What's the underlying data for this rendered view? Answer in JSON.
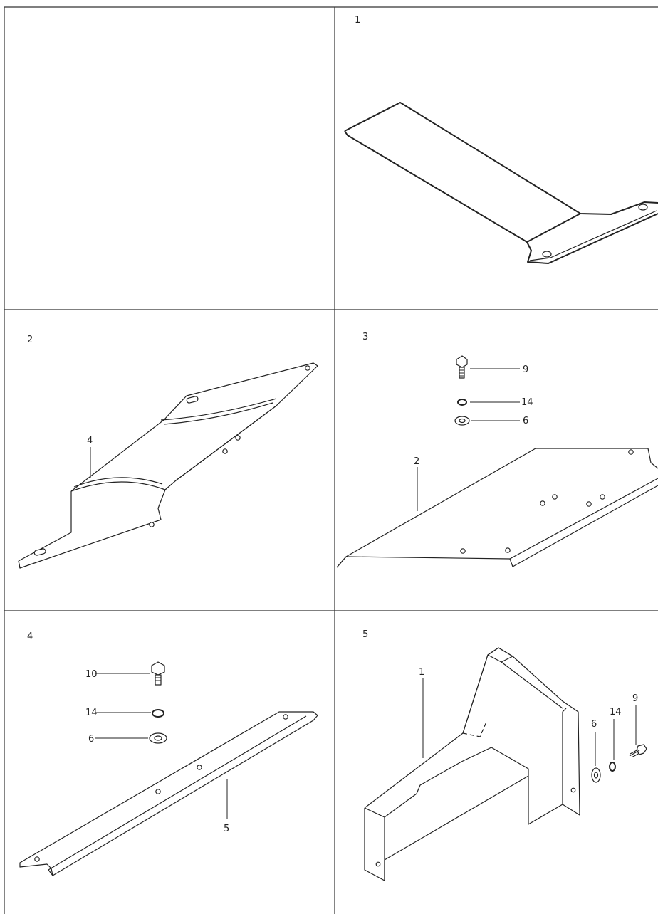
{
  "panels": [
    {
      "number": "",
      "callouts": []
    },
    {
      "number": "1",
      "callouts": []
    },
    {
      "number": "2",
      "callouts": [
        "4"
      ]
    },
    {
      "number": "3",
      "callouts": [
        "9",
        "14",
        "6",
        "2"
      ]
    },
    {
      "number": "4",
      "callouts": [
        "10",
        "14",
        "6",
        "5"
      ]
    },
    {
      "number": "5",
      "callouts": [
        "1",
        "6",
        "14",
        "9"
      ]
    }
  ],
  "icons": {
    "p1": "bent-plate-icon",
    "p2": "perforated-panel-icon",
    "p3_bolt": "hex-bolt-icon",
    "p3_lockwasher": "lock-washer-icon",
    "p3_washer": "flat-washer-icon",
    "p3_plate": "mounting-plate-icon",
    "p4_bolt": "hex-bolt-icon",
    "p4_lockwasher": "lock-washer-icon",
    "p4_washer": "flat-washer-icon",
    "p4_rail": "angle-rail-icon",
    "p5_bracket": "side-bracket-icon",
    "p5_washer": "flat-washer-icon",
    "p5_lockwasher": "lock-washer-icon",
    "p5_bolt": "hex-bolt-icon"
  },
  "colors": {
    "ink": "#222222",
    "paper": "#ffffff"
  }
}
